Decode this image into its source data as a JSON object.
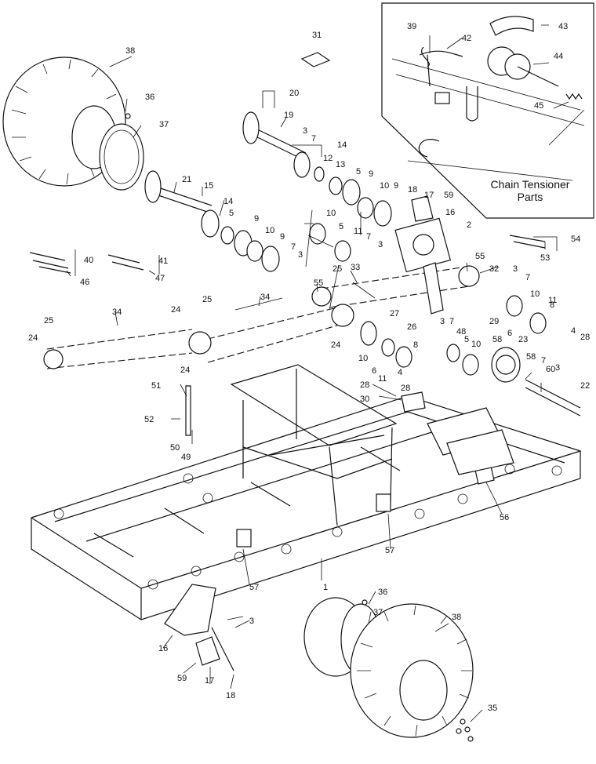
{
  "diagram": {
    "inset": {
      "title_line1": "Chain Tensioner",
      "title_line2": "Parts"
    },
    "callouts": {
      "c1": "1",
      "c2": "2",
      "c3a": "3",
      "c3b": "3",
      "c3c": "3",
      "c3d": "3",
      "c3e": "3",
      "c3f": "3",
      "c3g": "3",
      "c4a": "4",
      "c4b": "4",
      "c5a": "5",
      "c5b": "5",
      "c5c": "5",
      "c5d": "5",
      "c6a": "6",
      "c6b": "6",
      "c7a": "7",
      "c7b": "7",
      "c7c": "7",
      "c7d": "7",
      "c7e": "7",
      "c7f": "7",
      "c8a": "8",
      "c8b": "8",
      "c9a": "9",
      "c9b": "9",
      "c9c": "9",
      "c9d": "9",
      "c10a": "10",
      "c10b": "10",
      "c10c": "10",
      "c10d": "10",
      "c10e": "10",
      "c10f": "10",
      "c11a": "11",
      "c11b": "11",
      "c11c": "11",
      "c12": "12",
      "c13": "13",
      "c14a": "14",
      "c14b": "14",
      "c15": "15",
      "c16a": "16",
      "c16b": "16",
      "c17a": "17",
      "c17b": "17",
      "c18a": "18",
      "c18b": "18",
      "c19": "19",
      "c20": "20",
      "c21": "21",
      "c22": "22",
      "c23": "23",
      "c24a": "24",
      "c24b": "24",
      "c24c": "24",
      "c24d": "24",
      "c25a": "25",
      "c25b": "25",
      "c25c": "25",
      "c26": "26",
      "c27": "27",
      "c28a": "28",
      "c28b": "28",
      "c28c": "28",
      "c29": "29",
      "c30": "30",
      "c31": "31",
      "c32": "32",
      "c33": "33",
      "c34a": "34",
      "c34b": "34",
      "c35": "35",
      "c36a": "36",
      "c36b": "36",
      "c37a": "37",
      "c37b": "37",
      "c38a": "38",
      "c38b": "38",
      "c39": "39",
      "c40": "40",
      "c41": "41",
      "c42": "42",
      "c43": "43",
      "c44": "44",
      "c45": "45",
      "c46": "46",
      "c47": "47",
      "c48": "48",
      "c49": "49",
      "c50": "50",
      "c51": "51",
      "c52": "52",
      "c53": "53",
      "c54": "54",
      "c55a": "55",
      "c55b": "55",
      "c56": "56",
      "c57a": "57",
      "c57b": "57",
      "c58a": "58",
      "c58b": "58",
      "c59a": "59",
      "c59b": "59",
      "c60": "60"
    }
  }
}
